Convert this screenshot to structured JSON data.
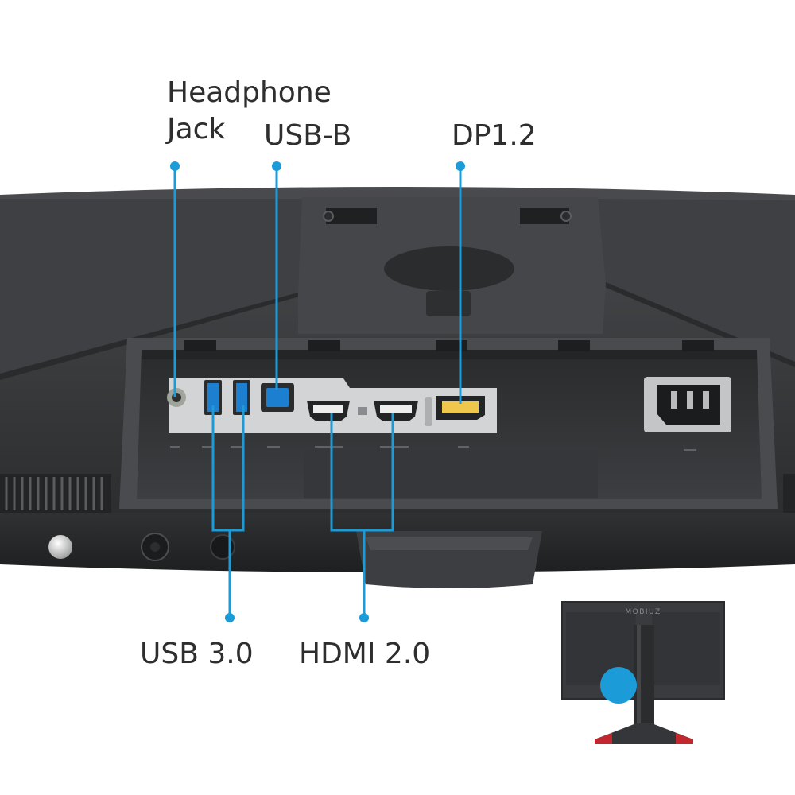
{
  "labels": {
    "headphone_line1": "Headphone",
    "headphone_line2": "Jack",
    "usb_b": "USB-B",
    "dp": "DP1.2",
    "usb3": "USB 3.0",
    "hdmi": "HDMI 2.0"
  },
  "inset": {
    "brand_text": "MOBIUZ"
  },
  "colors": {
    "callout_blue": "#1b9bd7",
    "panel_dark": "#38393b",
    "port_plate": "#d3d4d6",
    "stand_accent": "#c2272d"
  },
  "icons": [
    "headphone-jack-port",
    "usb3-port",
    "usb-b-port",
    "hdmi-port",
    "displayport-port",
    "power-socket",
    "joystick-button"
  ]
}
